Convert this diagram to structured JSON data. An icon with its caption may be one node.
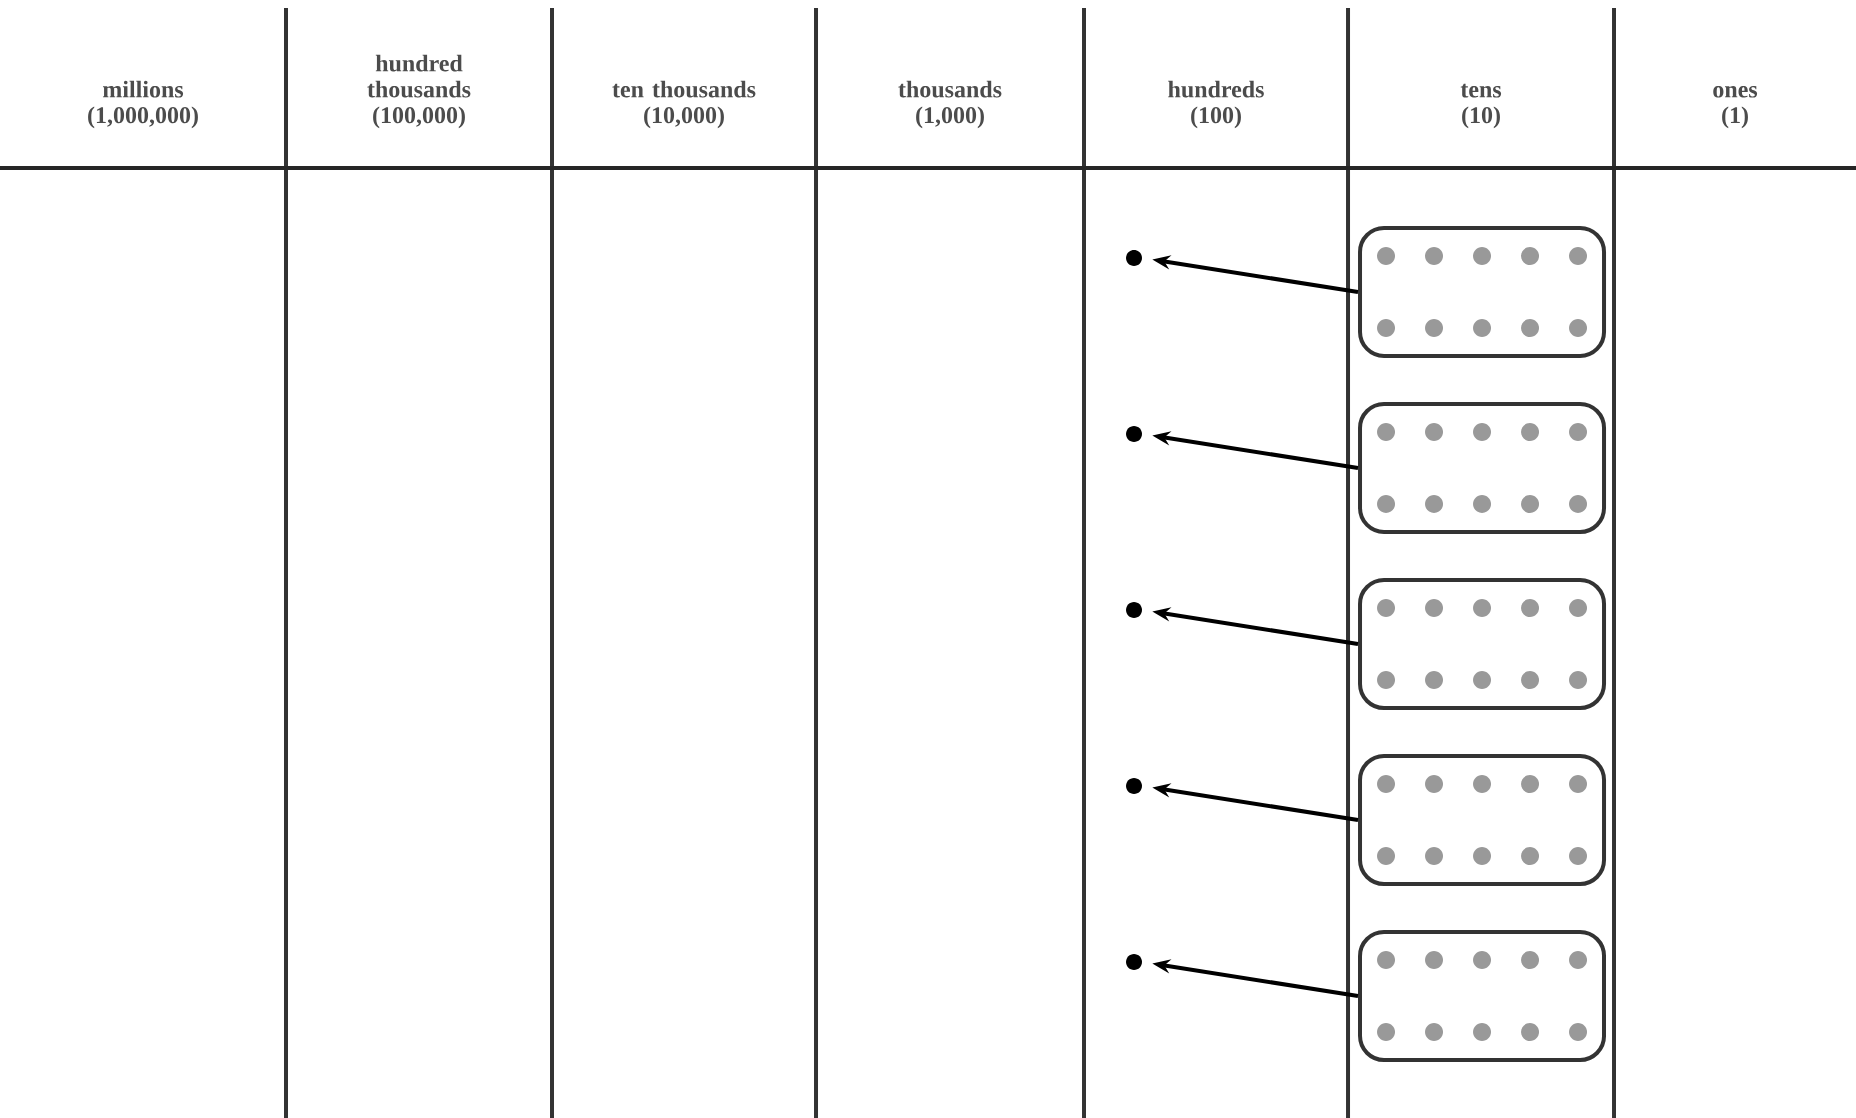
{
  "diagram": {
    "nodes": [
      {
        "text": [],
        "shape": "circle"
      },
      {
        "text": [],
        "shape": "circle"
      },
      {
        "text": [],
        "shape": "circle"
      },
      {
        "text": [],
        "shape": "circle"
      },
      {
        "text": [],
        "shape": "circle"
      },
      {
        "text": [],
        "shape": "box"
      },
      {
        "text": [],
        "shape": "box"
      },
      {
        "text": [],
        "shape": "box"
      },
      {
        "text": [],
        "shape": "box"
      },
      {
        "text": [],
        "shape": "box"
      }
    ],
    "edges": [
      {
        "from": 5,
        "to": 0,
        "arrow": "to"
      },
      {
        "from": 6,
        "to": 1,
        "arrow": "to"
      },
      {
        "from": 7,
        "to": 2,
        "arrow": "to"
      },
      {
        "from": 8,
        "to": 3,
        "arrow": "to"
      },
      {
        "from": 9,
        "to": 4,
        "arrow": "to"
      }
    ],
    "labels": [
      "millions",
      "(1,000,000)",
      "hundred thousands",
      "(100,000)",
      "ten thousands",
      "(10,000)",
      "thousands",
      "(1,000)",
      "hundreds",
      "(100)",
      "tens",
      "(10)",
      "ones",
      "(1)"
    ]
  }
}
